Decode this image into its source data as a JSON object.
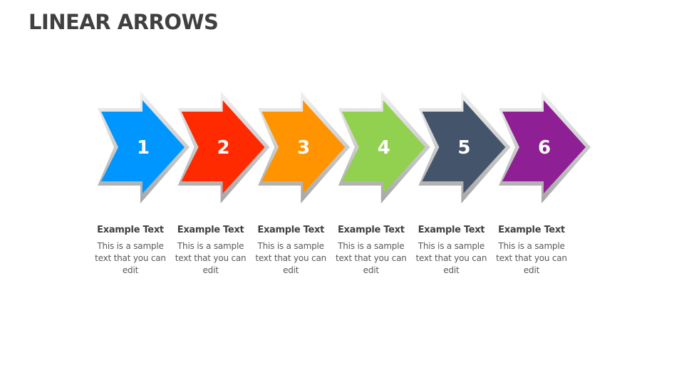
{
  "slide": {
    "title": "LINEAR ARROWS"
  },
  "arrows": [
    {
      "number": "1",
      "color": "#0096FF",
      "title": "Example Text",
      "text": "This is a sample text that you can edit"
    },
    {
      "number": "2",
      "color": "#FF2A00",
      "title": "Example Text",
      "text": "This is a sample text that you can edit"
    },
    {
      "number": "3",
      "color": "#FF9300",
      "title": "Example Text",
      "text": "This is a sample text that you can edit"
    },
    {
      "number": "4",
      "color": "#92D050",
      "title": "Example Text",
      "text": "This is a sample text that you can edit"
    },
    {
      "number": "5",
      "color": "#44546A",
      "title": "Example Text",
      "text": "This is a sample text that you can edit"
    },
    {
      "number": "6",
      "color": "#8E1F94",
      "title": "Example Text",
      "text": "This is a sample text that you can edit"
    }
  ],
  "style": {
    "frame_color": "#D9D9D9",
    "frame_shadow": "#A6A6A6",
    "text_color": "#404040"
  }
}
